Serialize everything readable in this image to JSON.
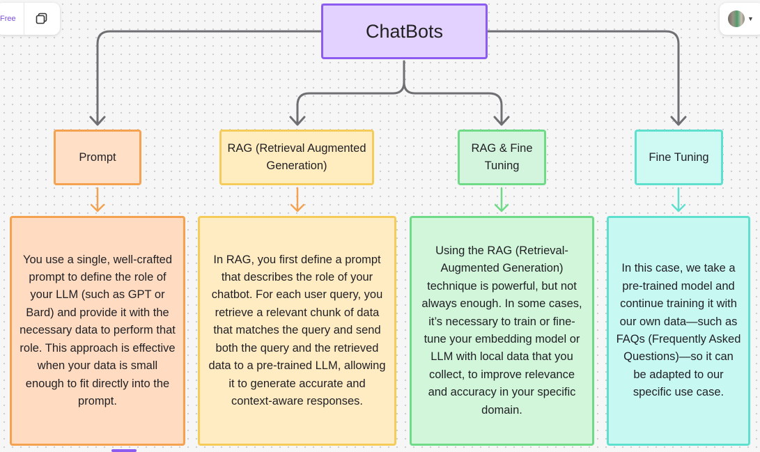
{
  "toolbar": {
    "plan_badge": "Free"
  },
  "root": {
    "title": "ChatBots"
  },
  "branches": [
    {
      "title": "Prompt",
      "description": "You use a single, well-crafted prompt to define the role of your LLM (such as GPT or Bard) and provide it with the necessary data to perform that role. This approach is effective when your data is small enough to fit directly into the prompt."
    },
    {
      "title": "RAG (Retrieval Augmented Generation)",
      "description": "In RAG, you first define a prompt that describes the role of your chatbot. For each user query, you retrieve a relevant chunk of data that matches the query and send both the query and the retrieved data to a pre-trained LLM, allowing it to generate accurate and context-aware responses."
    },
    {
      "title": "RAG & Fine Tuning",
      "description": "Using the RAG (Retrieval-Augmented Generation) technique is powerful, but not always enough. In some cases, it’s necessary to train or fine-tune your embedding model or LLM with local data that you collect, to improve relevance and accuracy in your specific domain."
    },
    {
      "title": "Fine Tuning",
      "description": "In this case, we take a pre-trained model and continue training it with our own data—such as FAQs (Frequently Asked Questions)—so it can be adapted to our specific use case."
    }
  ],
  "colors": {
    "root": "#8c5cf0",
    "prompt": "#f4a24f",
    "rag": "#f5cb5a",
    "rag_fine_tuning": "#6fdb88",
    "fine_tuning": "#5fe0cf",
    "connector": "#6f6f73"
  }
}
